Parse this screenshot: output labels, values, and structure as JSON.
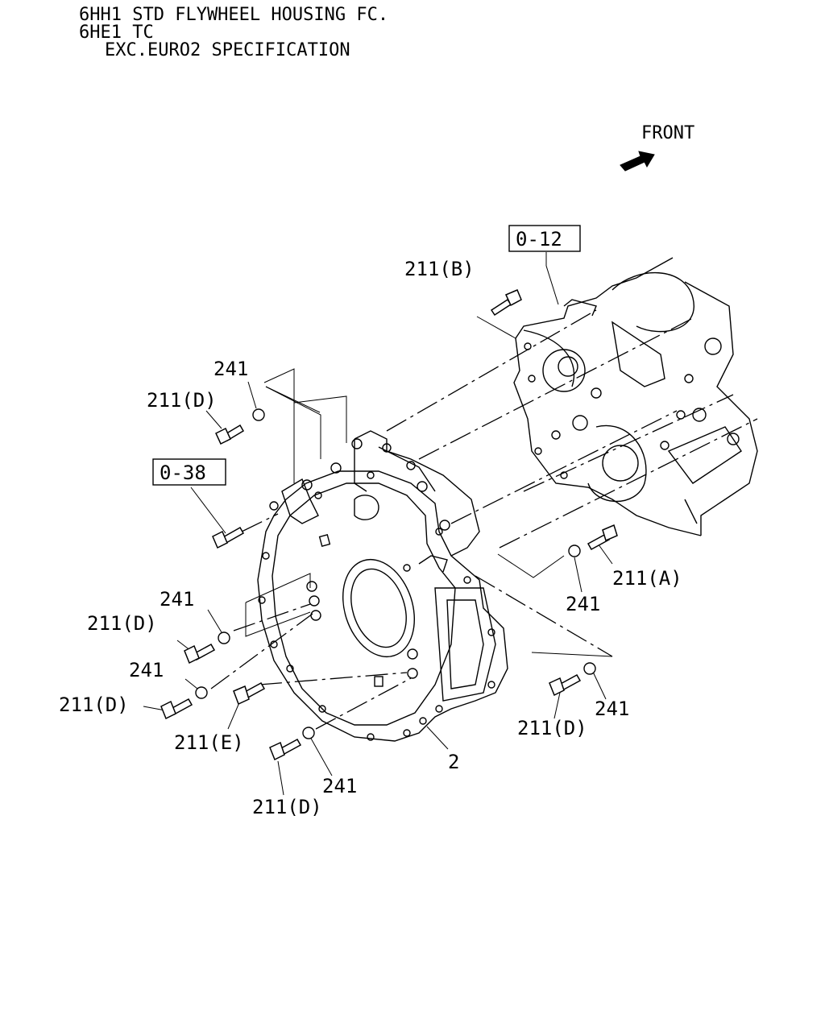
{
  "header": {
    "line1": "6HH1 STD FLYWHEEL HOUSING FC.",
    "line2": "6HE1 TC",
    "line3": "EXC.EURO2 SPECIFICATION"
  },
  "front_label": "FRONT",
  "refs": {
    "ref_012": "0-12",
    "ref_038": "0-38"
  },
  "callouts": {
    "c_211B": "211(B)",
    "c_241_top": "241",
    "c_211D_top": "211(D)",
    "c_211A": "211(A)",
    "c_241_right": "241",
    "c_241_left1": "241",
    "c_211D_left1": "211(D)",
    "c_241_left2": "241",
    "c_211D_left2": "211(D)",
    "c_211E": "211(E)",
    "c_2": "2",
    "c_241_bottom": "241",
    "c_211D_bottom": "211(D)",
    "c_211D_right": "211(D)",
    "c_241_lowright": "241"
  }
}
